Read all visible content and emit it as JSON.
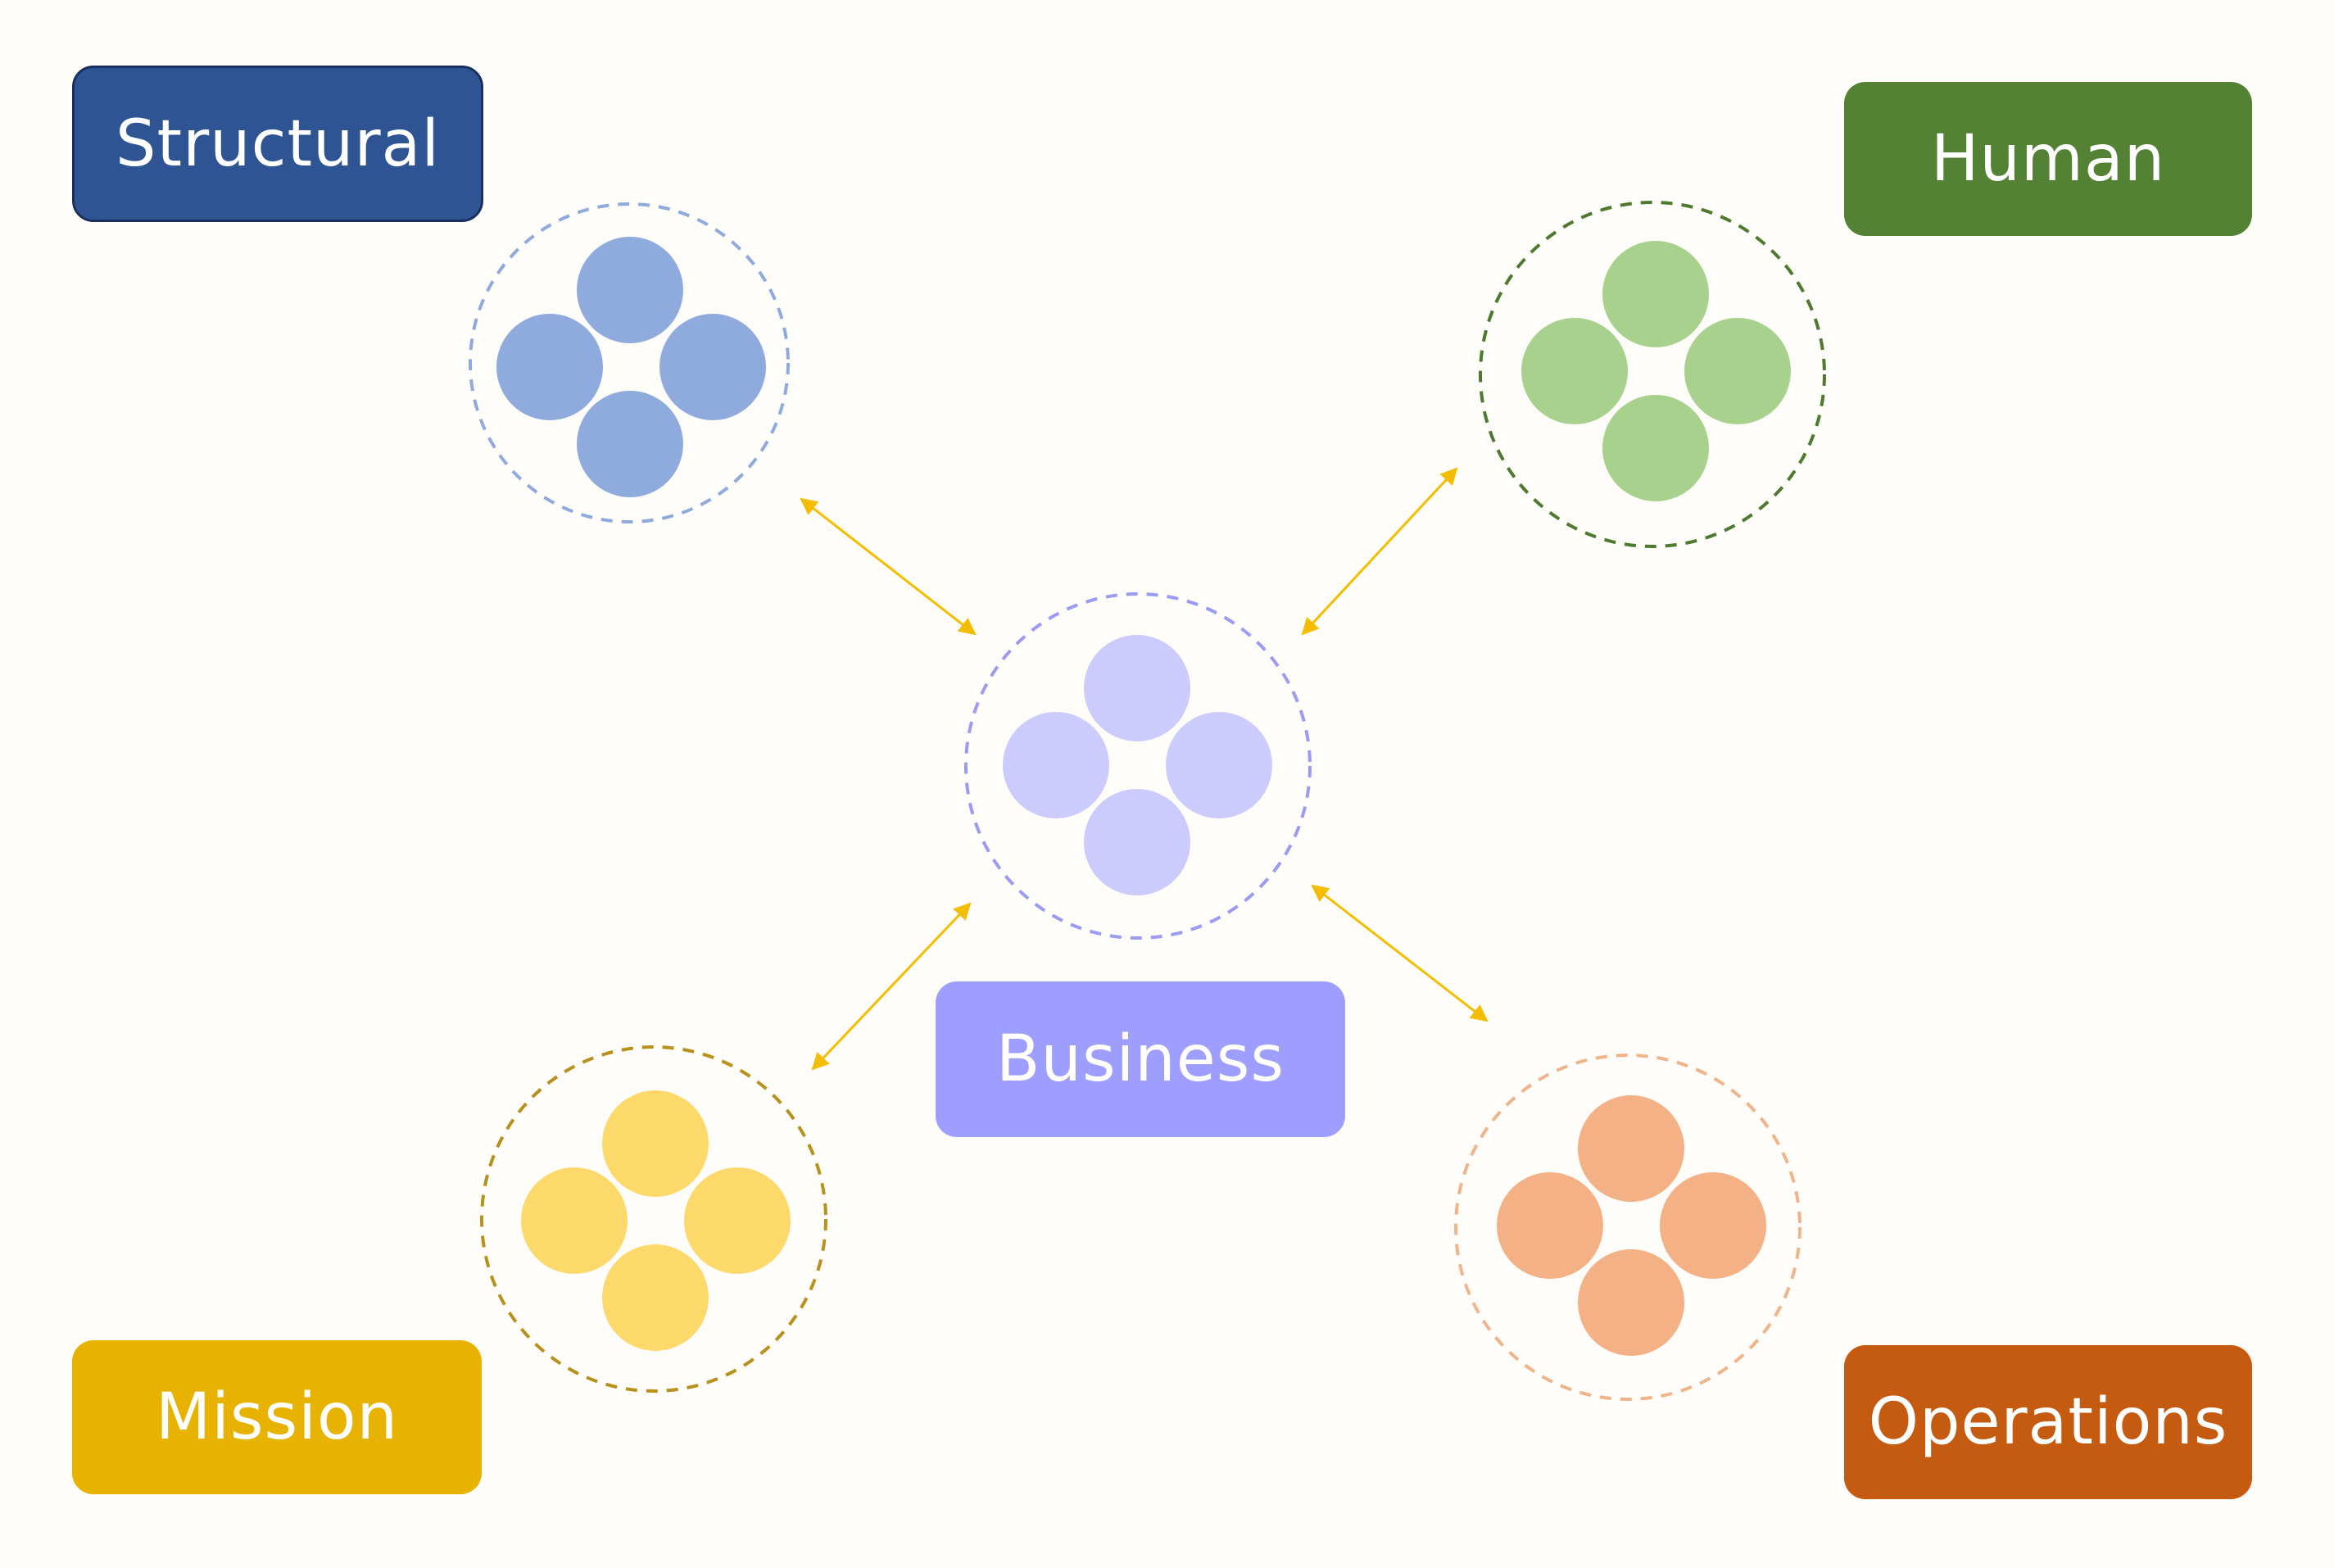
{
  "diagram": {
    "nodes": [
      {
        "id": "structural",
        "label": "Structural",
        "box_color": "#2e5494",
        "ring_color": "#8faadc",
        "dot_color": "#8faadc"
      },
      {
        "id": "human",
        "label": "Human",
        "box_color": "#548235",
        "ring_color": "#4e7a30",
        "dot_color": "#a9d18e"
      },
      {
        "id": "business",
        "label": "Business",
        "box_color": "#9e9efe",
        "ring_color": "#9b9bf4",
        "dot_color": "#cbcbfd"
      },
      {
        "id": "mission",
        "label": "Mission",
        "box_color": "#e7b300",
        "ring_color": "#b8901c",
        "dot_color": "#fdd96b"
      },
      {
        "id": "operations",
        "label": "Operations",
        "box_color": "#c55a11",
        "ring_color": "#f0b48a",
        "dot_color": "#f3b185"
      }
    ],
    "connections": [
      {
        "from": "structural",
        "to": "business",
        "direction": "bidirectional"
      },
      {
        "from": "human",
        "to": "business",
        "direction": "bidirectional"
      },
      {
        "from": "mission",
        "to": "business",
        "direction": "bidirectional"
      },
      {
        "from": "operations",
        "to": "business",
        "direction": "bidirectional"
      }
    ],
    "arrow_color": "#f5bd00",
    "background": "#fefdf9"
  }
}
